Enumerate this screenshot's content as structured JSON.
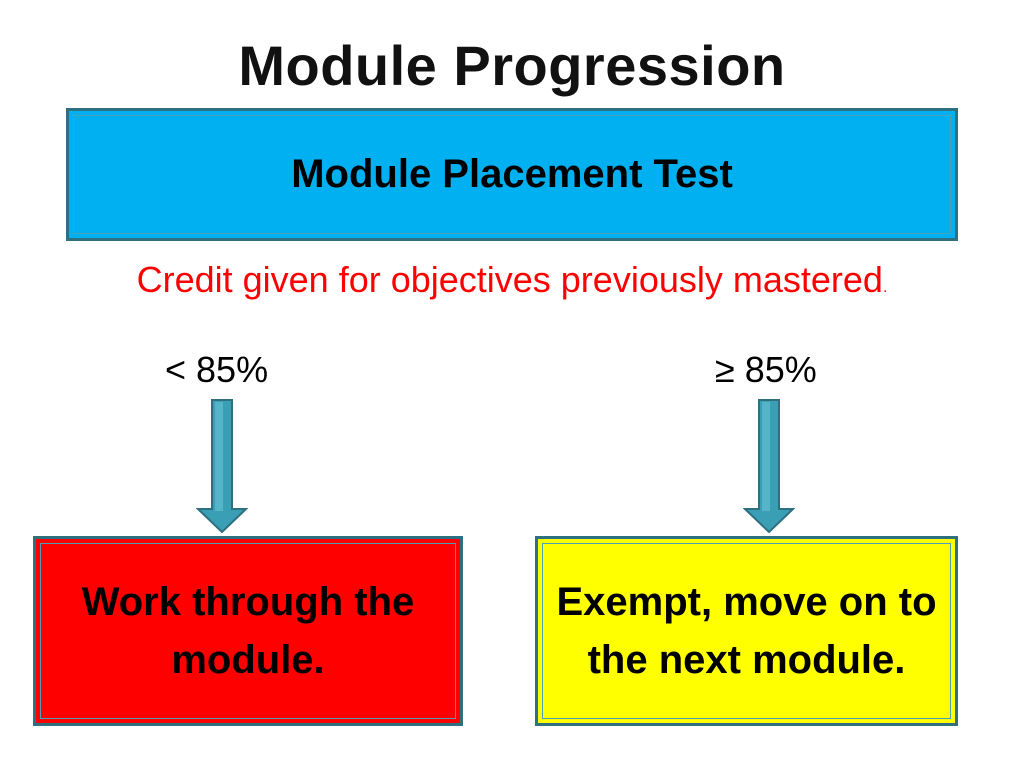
{
  "title": "Module Progression",
  "top_box": {
    "label": "Module Placement Test",
    "color": "#00b0f0"
  },
  "credit_note": {
    "text": "Credit given for objectives previously mastered",
    "trailing": ".",
    "color": "#ff0000"
  },
  "branches": [
    {
      "condition": "< 85%",
      "result": "Work through the module.",
      "color": "#ff0000"
    },
    {
      "condition": "≥ 85%",
      "result": "Exempt, move on to the next module.",
      "color": "#ffff00"
    }
  ],
  "arrow_color": "#3a9fb5",
  "border_color": "#2e6f80"
}
